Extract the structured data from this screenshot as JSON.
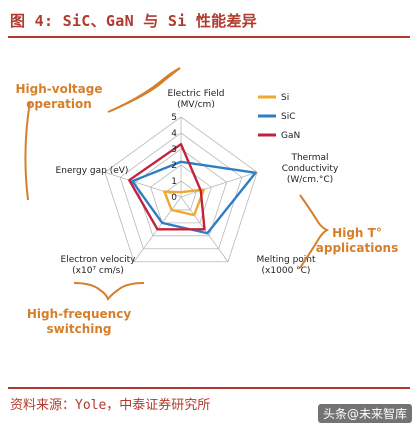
{
  "figure": {
    "title": "图 4: SiC、GaN 与 Si 性能差异",
    "source": "资料来源：Yole，中泰证券研究所",
    "watermark": "头条@未来智库"
  },
  "callouts": {
    "high_voltage": [
      "High-voltage",
      "operation"
    ],
    "high_temp": [
      "High T°",
      "applications"
    ],
    "high_freq": [
      "High-frequency",
      "switching"
    ]
  },
  "chart_data": {
    "type": "radar",
    "title": "",
    "axes": [
      {
        "label": [
          "Electric Field",
          "(MV/cm)"
        ]
      },
      {
        "label": [
          "Thermal",
          "Conductivity",
          "(W/cm.°C)"
        ]
      },
      {
        "label": [
          "Melting point",
          "(x1000 °C)"
        ]
      },
      {
        "label": [
          "Electron velocity",
          "(x10⁷ cm/s)"
        ]
      },
      {
        "label": [
          "Energy gap (eV)"
        ]
      }
    ],
    "ticks": [
      "0",
      "1",
      "2",
      "3",
      "4",
      "5"
    ],
    "range": [
      0,
      5
    ],
    "legend_position": "top-right",
    "series": [
      {
        "name": "Si",
        "color": "#f0a830",
        "values": [
          0.3,
          1.5,
          1.4,
          1.0,
          1.1
        ]
      },
      {
        "name": "SiC",
        "color": "#2e7ec4",
        "values": [
          2.2,
          4.9,
          2.8,
          2.0,
          3.2
        ]
      },
      {
        "name": "GaN",
        "color": "#c0233c",
        "values": [
          3.3,
          1.3,
          2.5,
          2.5,
          3.4
        ]
      }
    ]
  }
}
